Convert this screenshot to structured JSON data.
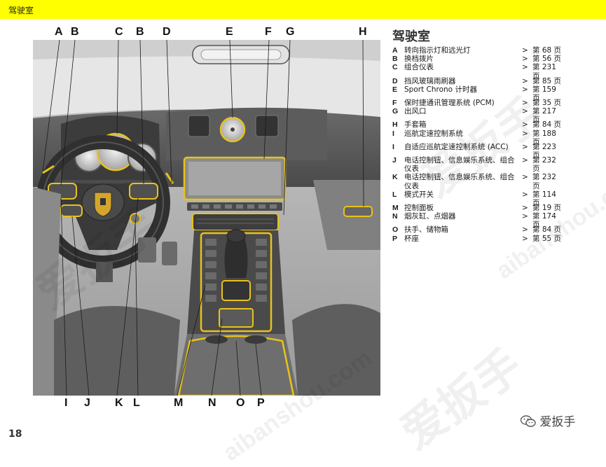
{
  "header": {
    "section": "驾驶室"
  },
  "figure_letters": {
    "top": [
      "A",
      "B",
      "C",
      "B",
      "D",
      "E",
      "F",
      "G",
      "H"
    ],
    "bottom": [
      "I",
      "J",
      "K",
      "L",
      "M",
      "N",
      "O",
      "P"
    ]
  },
  "title": "驾驶室",
  "legend": [
    {
      "key": "A",
      "text": "转向指示灯和远光灯",
      "page": "第 68 页"
    },
    {
      "key": "B",
      "text": "换档拨片",
      "page": "第 56 页"
    },
    {
      "key": "C",
      "text": "组合仪表",
      "page": "第 231 页"
    },
    {
      "key": "D",
      "text": "挡风玻璃雨刷器",
      "page": "第 85 页"
    },
    {
      "key": "E",
      "text": "Sport Chrono 计时器",
      "page": "第 159 页"
    },
    {
      "key": "F",
      "text": "保时捷通讯管理系统 (PCM)",
      "page": "第 35 页"
    },
    {
      "key": "G",
      "text": "出风口",
      "page": "第 217 页"
    },
    {
      "key": "H",
      "text": "手套箱",
      "page": "第 84 页"
    },
    {
      "key": "I",
      "text": "巡航定速控制系统",
      "page": "第 188 页"
    },
    {
      "key": "I",
      "text": "自适应巡航定速控制系统 (ACC)",
      "page": "第 223 页"
    },
    {
      "key": "J",
      "text": "电话控制钮、信息娱乐系统、组合仪表",
      "page": "第 232 页"
    },
    {
      "key": "K",
      "text": "电话控制钮、信息娱乐系统、组合仪表",
      "page": "第 232 页"
    },
    {
      "key": "L",
      "text": "模式开关",
      "page": "第 114 页"
    },
    {
      "key": "M",
      "text": "控制面板",
      "page": "第 19 页"
    },
    {
      "key": "N",
      "text": "烟灰缸、点烟器",
      "page": "第 174 页"
    },
    {
      "key": "O",
      "text": "扶手、储物箱",
      "page": "第 84 页"
    },
    {
      "key": "P",
      "text": "杯座",
      "page": "第 55 页"
    }
  ],
  "arrow": ">",
  "page_number": "18",
  "watermark": {
    "brand": "爱扳手",
    "domain": "aibanshou.com"
  },
  "wechat_label": "爱扳手",
  "colors": {
    "header": "#ffff00",
    "highlight": "#e8c21c"
  }
}
